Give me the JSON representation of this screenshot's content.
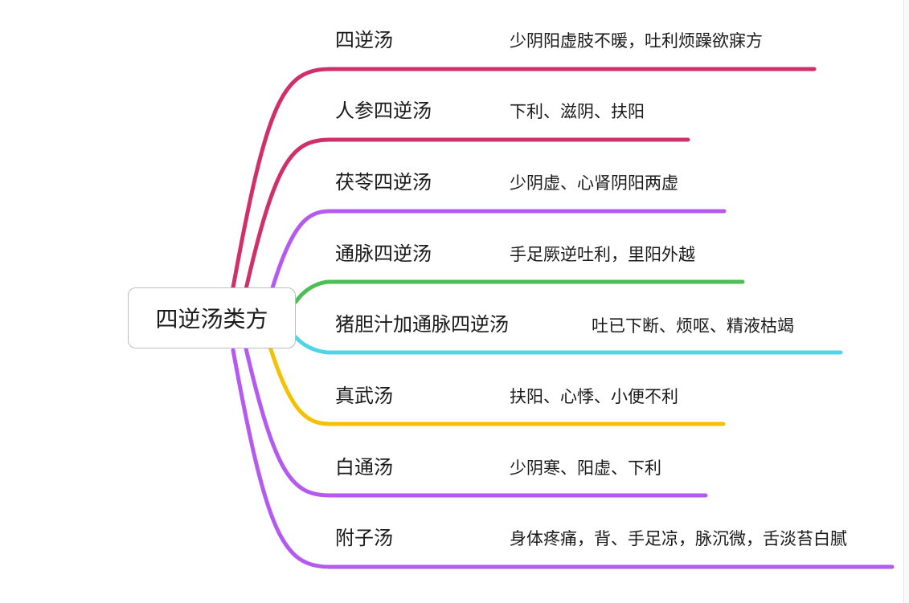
{
  "root": {
    "label": "四逆汤类方"
  },
  "branches": [
    {
      "topic": "四逆汤",
      "note": "少阴阳虚肢不暖，吐利烦躁欲寐方",
      "color": "#d0306a"
    },
    {
      "topic": "人参四逆汤",
      "note": "下利、滋阴、扶阳",
      "color": "#d0306a"
    },
    {
      "topic": "茯苓四逆汤",
      "note": "少阴虚、心肾阴阳两虚",
      "color": "#b55af0"
    },
    {
      "topic": "通脉四逆汤",
      "note": "手足厥逆吐利，里阳外越",
      "color": "#4dbd55"
    },
    {
      "topic": "猪胆汁加通脉四逆汤",
      "note": "吐已下断、烦呕、精液枯竭",
      "color": "#4fd6e6"
    },
    {
      "topic": "真武汤",
      "note": "扶阳、心悸、小便不利",
      "color": "#f5c000"
    },
    {
      "topic": "白通汤",
      "note": "少阴寒、阳虚、下利",
      "color": "#b55af0"
    },
    {
      "topic": "附子汤",
      "note": "身体疼痛，背、手足凉，脉沉微，舌淡苔白腻",
      "color": "#b55af0"
    }
  ]
}
